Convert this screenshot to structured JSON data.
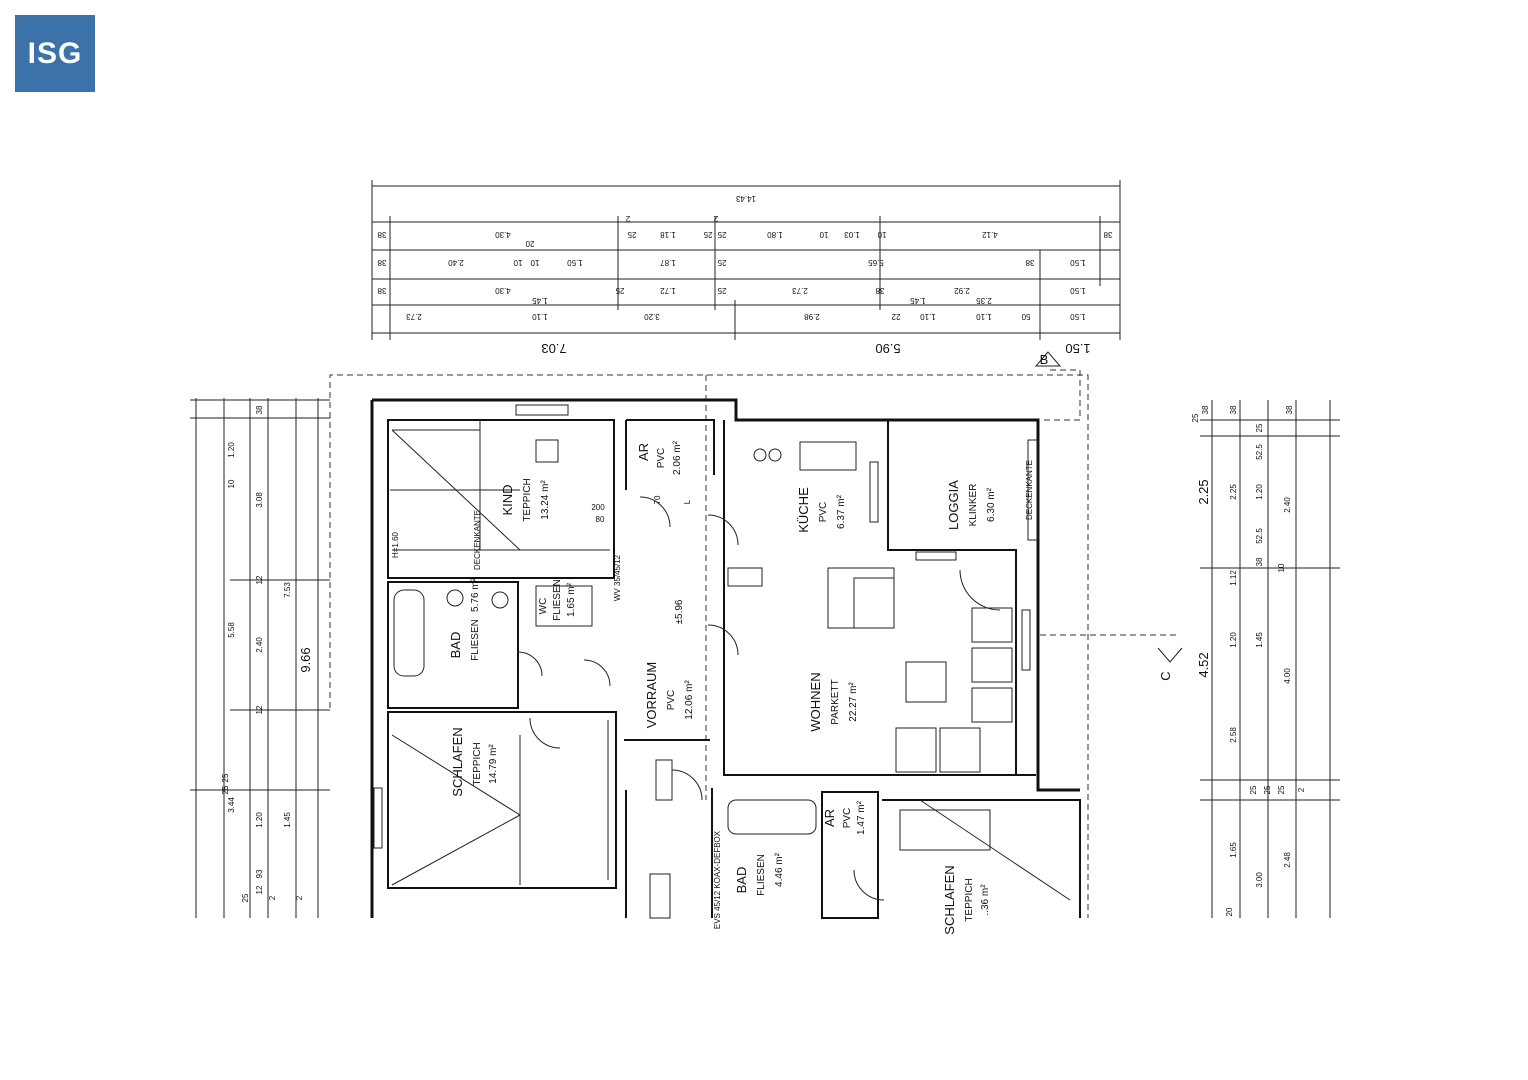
{
  "logo": {
    "text": "ISG",
    "accent": "#e07b2a",
    "background": "#3b72aa"
  },
  "dims_top": {
    "total": "14.43",
    "row1": [
      "38",
      "4.30",
      "20",
      "25",
      "2",
      "25",
      "1.18",
      "2",
      "25",
      "1.80",
      "10",
      "1.03",
      "10",
      "4.12",
      "38"
    ],
    "row2": [
      "38",
      "2.40",
      "10",
      "10",
      "1.50",
      "1.87",
      "25",
      "5.65",
      "38",
      "1.50"
    ],
    "row3": [
      "38",
      "4.30",
      "25",
      "1.72",
      "25",
      "2.73",
      "38",
      "2.92",
      "1.50"
    ],
    "row4": [
      "2.73",
      "1.10",
      "1.45",
      "3.20",
      "2.98",
      "22",
      "1.10",
      "1.45",
      "1.10",
      "2.35",
      "50",
      "1.50"
    ],
    "segments": [
      "7.03",
      "5.90",
      "1.50"
    ]
  },
  "dims_left": {
    "outer": "9.66",
    "mid": [
      "7.53",
      "1.45"
    ],
    "inner": [
      "5.58",
      "3.44"
    ],
    "parts": [
      "38",
      "1.20",
      "10",
      "3.08",
      "12",
      "2.40",
      "12",
      "1.20",
      "93",
      "12"
    ],
    "bottom": [
      "25",
      "25",
      "25",
      "2",
      "2"
    ]
  },
  "dims_right": {
    "top": [
      "25",
      "38",
      "38",
      "25",
      "38"
    ],
    "a": [
      "2.25",
      "1.12",
      "1.20",
      "2.58",
      "1.65"
    ],
    "b": [
      "2.25",
      "1.45",
      "4.52"
    ],
    "c": [
      "2.40",
      "4.00",
      "3.00",
      "2.48"
    ],
    "small": [
      "52.5",
      "1.20",
      "52.5",
      "38",
      "10",
      "25",
      "25",
      "25",
      "2",
      "20"
    ]
  },
  "rooms": [
    {
      "name": "KIND",
      "floor": "TEPPICH",
      "area": "13.24 m²"
    },
    {
      "name": "AR",
      "floor": "PVC",
      "area": "2.06 m²"
    },
    {
      "name": "KÜCHE",
      "floor": "PVC",
      "area": "6.37 m²"
    },
    {
      "name": "LOGGIA",
      "floor": "KLINKER",
      "area": "6.30 m²"
    },
    {
      "name": "BAD",
      "floor": "FLIESEN",
      "area": "5.76 m²"
    },
    {
      "name": "WC",
      "floor": "FLIESEN",
      "area": "1.65 m²"
    },
    {
      "name": "VORRAUM",
      "floor": "PVC",
      "area": "12.06 m²"
    },
    {
      "name": "WOHNEN",
      "floor": "PARKETT",
      "area": "22.27 m²"
    },
    {
      "name": "SCHLAFEN",
      "floor": "TEPPICH",
      "area": "14.79 m²"
    },
    {
      "name": "BAD",
      "floor": "FLIESEN",
      "area": "4.46 m²"
    },
    {
      "name": "AR",
      "floor": "PVC",
      "area": "1.47 m²"
    },
    {
      "name": "SCHLAFEN",
      "floor": "TEPPICH",
      "area": "..36 m²"
    }
  ],
  "labels": {
    "section_b": "B",
    "section_c": "C",
    "level": "±5.96",
    "deckenkante": "DECKENKANTE",
    "h160": "H=1.60",
    "wv": "WV 35/45/12",
    "evs": "EVS 45/12 KOAX-DEFBOX",
    "door1": "80",
    "door2": "200",
    "door3": "70",
    "door4": "L"
  }
}
